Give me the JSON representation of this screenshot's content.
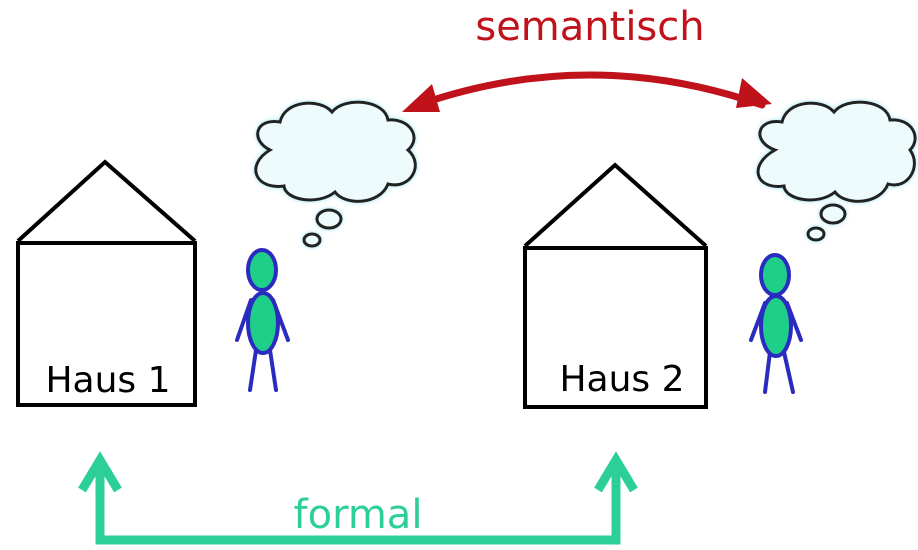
{
  "labels": {
    "semantic": "semantisch",
    "formal": "formal",
    "house_1": "Haus 1",
    "house_2": "Haus 2"
  },
  "colors": {
    "semantic_arrow": "#c0121b",
    "formal_arrow": "#2ccf98",
    "figure_outline": "#2b2bc0",
    "figure_fill": "#1ecf8a",
    "cloud_outline": "#222222",
    "cloud_fill": "#eefbfd",
    "house_outline": "#000000"
  }
}
